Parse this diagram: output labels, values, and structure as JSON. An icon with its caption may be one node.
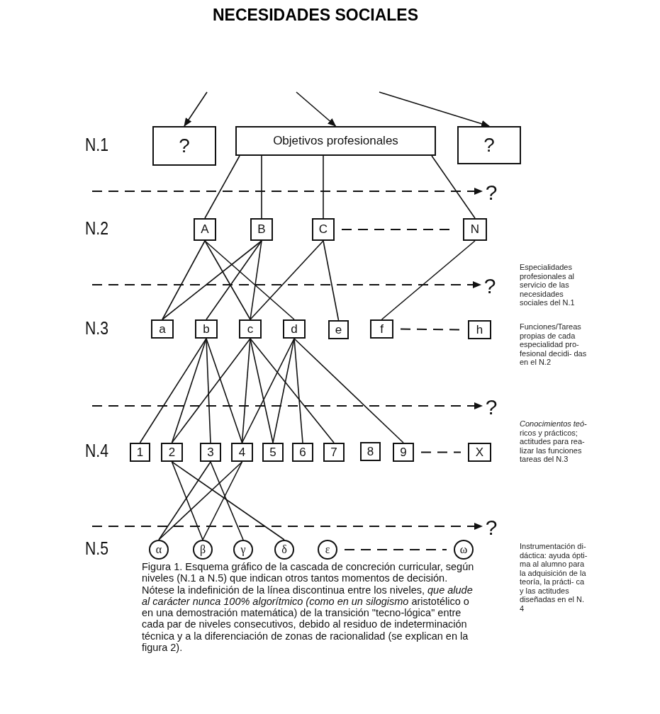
{
  "diagram": {
    "title": "NECESIDADES SOCIALES",
    "caption": "Figura 1. Esquema gráfico de la cascada de concreción curricular, según niveles (N.1 a N.5) que indican otros tantos momentos de decisión. Nótese la indefinición de la línea discontinua entre los niveles, *que alude al carácter nunca 100% algorítmico (como en un silogismo* aristotélico o en una demostración matemática) de la transición \"tecno-lógica\" entre cada par de niveles consecutivos, debido al residuo de indeterminación técnica y a la diferenciación de zonas de racionalidad (se explican en la figura 2).",
    "nodes": [
      {
        "text": [
          "?"
        ]
      },
      {
        "text": [
          "Objetivos profesionales"
        ]
      },
      {
        "text": [
          "?"
        ]
      },
      {
        "text": [
          "?"
        ]
      },
      {
        "text": [
          "A"
        ]
      },
      {
        "text": [
          "B"
        ]
      },
      {
        "text": [
          "C"
        ]
      },
      {
        "text": [
          "N"
        ]
      },
      {
        "text": [
          "?"
        ]
      },
      {
        "text": [
          "a"
        ]
      },
      {
        "text": [
          "b"
        ]
      },
      {
        "text": [
          "c"
        ]
      },
      {
        "text": [
          "d"
        ]
      },
      {
        "text": [
          "e"
        ]
      },
      {
        "text": [
          "f"
        ]
      },
      {
        "text": [
          "h"
        ]
      },
      {
        "text": [
          "?"
        ]
      },
      {
        "text": [
          "1"
        ]
      },
      {
        "text": [
          "2"
        ]
      },
      {
        "text": [
          "3"
        ]
      },
      {
        "text": [
          "4"
        ]
      },
      {
        "text": [
          "5"
        ]
      },
      {
        "text": [
          "6"
        ]
      },
      {
        "text": [
          "7"
        ]
      },
      {
        "text": [
          "8"
        ]
      },
      {
        "text": [
          "9"
        ]
      },
      {
        "text": [
          "X"
        ]
      },
      {
        "text": [
          "?"
        ]
      },
      {
        "text": [
          "α"
        ]
      },
      {
        "text": [
          "β"
        ]
      },
      {
        "text": [
          "γ"
        ]
      },
      {
        "text": [
          "δ"
        ]
      },
      {
        "text": [
          "ε"
        ]
      },
      {
        "text": [
          "ω"
        ]
      }
    ],
    "edges": [
      {
        "from": null,
        "to": 0,
        "arrow": "to"
      },
      {
        "from": null,
        "to": 1,
        "arrow": "to"
      },
      {
        "from": null,
        "to": 2,
        "arrow": "to"
      },
      {
        "from": null,
        "to": 3,
        "arrow": "to",
        "style": "dashed"
      },
      {
        "from": 1,
        "to": 4,
        "arrow": "none"
      },
      {
        "from": 1,
        "to": 5,
        "arrow": "none"
      },
      {
        "from": 1,
        "to": 6,
        "arrow": "none"
      },
      {
        "from": 1,
        "to": 7,
        "arrow": "none"
      },
      {
        "from": 6,
        "to": 7,
        "arrow": "none",
        "style": "dashed"
      },
      {
        "from": null,
        "to": 8,
        "arrow": "to",
        "style": "dashed"
      },
      {
        "from": 4,
        "to": 9,
        "arrow": "none"
      },
      {
        "from": 4,
        "to": 11,
        "arrow": "none"
      },
      {
        "from": 4,
        "to": 12,
        "arrow": "none"
      },
      {
        "from": 5,
        "to": 9,
        "arrow": "none"
      },
      {
        "from": 5,
        "to": 10,
        "arrow": "none"
      },
      {
        "from": 5,
        "to": 11,
        "arrow": "none"
      },
      {
        "from": 6,
        "to": 11,
        "arrow": "none"
      },
      {
        "from": 6,
        "to": 13,
        "arrow": "none"
      },
      {
        "from": 7,
        "to": 14,
        "arrow": "none"
      },
      {
        "from": 14,
        "to": 15,
        "arrow": "none",
        "style": "dashed"
      },
      {
        "from": null,
        "to": 16,
        "arrow": "to",
        "style": "dashed"
      },
      {
        "from": 10,
        "to": 17,
        "arrow": "none"
      },
      {
        "from": 10,
        "to": 18,
        "arrow": "none"
      },
      {
        "from": 10,
        "to": 19,
        "arrow": "none"
      },
      {
        "from": 10,
        "to": 20,
        "arrow": "none"
      },
      {
        "from": 11,
        "to": 18,
        "arrow": "none"
      },
      {
        "from": 11,
        "to": 20,
        "arrow": "none"
      },
      {
        "from": 11,
        "to": 21,
        "arrow": "none"
      },
      {
        "from": 11,
        "to": 23,
        "arrow": "none"
      },
      {
        "from": 12,
        "to": 20,
        "arrow": "none"
      },
      {
        "from": 12,
        "to": 21,
        "arrow": "none"
      },
      {
        "from": 12,
        "to": 22,
        "arrow": "none"
      },
      {
        "from": 12,
        "to": 25,
        "arrow": "none"
      },
      {
        "from": 25,
        "to": 26,
        "arrow": "none",
        "style": "dashed"
      },
      {
        "from": null,
        "to": 27,
        "arrow": "to",
        "style": "dashed"
      },
      {
        "from": 18,
        "to": 29,
        "arrow": "none"
      },
      {
        "from": 18,
        "to": 31,
        "arrow": "none"
      },
      {
        "from": 19,
        "to": 28,
        "arrow": "none"
      },
      {
        "from": 19,
        "to": 30,
        "arrow": "none"
      },
      {
        "from": 20,
        "to": 28,
        "arrow": "none"
      },
      {
        "from": 20,
        "to": 29,
        "arrow": "none"
      },
      {
        "from": 32,
        "to": 33,
        "arrow": "none",
        "style": "dashed"
      }
    ],
    "labels": [
      "N.1",
      "N.2",
      "Especialidades profesionales al servicio de las necesidades sociales del N.1",
      "N.3",
      "Funciones/Tareas propias de cada especialidad pro- fesional decidi- das en el N.2",
      "N.4",
      "*Conocimientos teó-* ricos y prácticos; actitudes para rea- lizar las funciones tareas del N.3",
      "N.5",
      "Instrumentación di- dáctica: ayuda ópti- ma al alumno para la adquisición de la teoría, la prácti- ca y las actitudes diseñadas en el N. 4"
    ]
  }
}
